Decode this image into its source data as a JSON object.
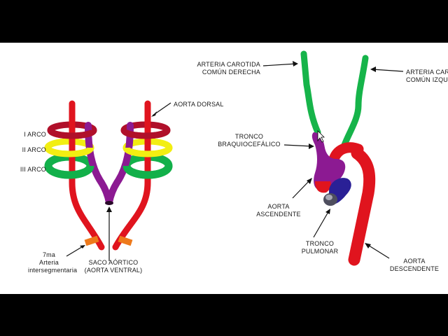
{
  "left_diagram": {
    "arch_1": "I ARCO",
    "arch_2": "II ARCO",
    "arch_3": "III ARCO",
    "dorsal_aorta": "AORTA DORSAL",
    "intersegmental": [
      "7ma",
      "Arteria",
      "intersegmentaria"
    ],
    "aortic_sac": [
      "SACO AÓRTICO",
      "(AORTA VENTRAL)"
    ]
  },
  "right_diagram": {
    "right_carotid": [
      "ARTERIA CAROTIDA",
      "COMÚN DERECHA"
    ],
    "left_carotid": [
      "ARTERIA CAR",
      "COMÚN IZQU"
    ],
    "brachiocephalic": [
      "TRONCO",
      "BRAQUIOCEFÁLICO"
    ],
    "ascending_aorta": [
      "AORTA",
      "ASCENDENTE"
    ],
    "pulmonary_trunk": [
      "TRONCO",
      "PULMONAR"
    ],
    "descending_aorta": [
      "AORTA",
      "DESCENDENTE"
    ]
  },
  "colors": {
    "aorta_red": "#e0141e",
    "arch_1_dark_red": "#b0102a",
    "arch_2_yellow": "#f2ee12",
    "arch_3_green": "#12b04a",
    "carotid_green": "#16b44a",
    "aortic_sac_purple": "#8c1a92",
    "intersegmental_orange": "#ee7a1c",
    "pulmonary_blue": "#2a2096"
  }
}
